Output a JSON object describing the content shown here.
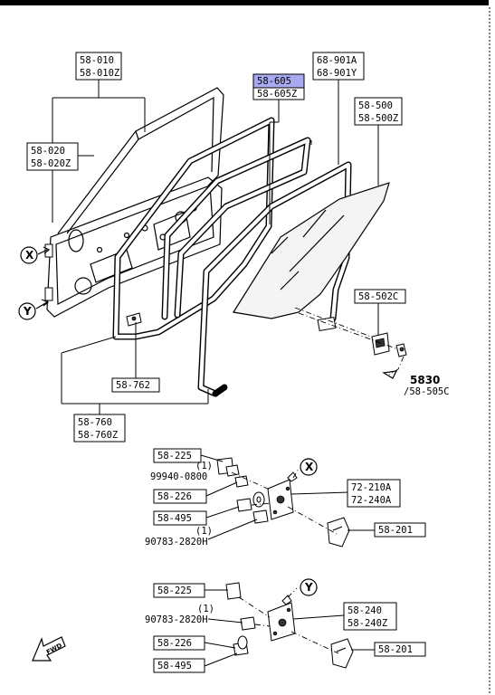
{
  "diagram": {
    "highlight_color": "#a9a9f0",
    "callouts": {
      "door_shell": [
        "58-010",
        "58-010Z"
      ],
      "door_lower": [
        "58-020",
        "58-020Z"
      ],
      "run_channel": [
        "58-605",
        "58-605Z"
      ],
      "weatherstrip": [
        "68-901A",
        "68-901Y"
      ],
      "glass": [
        "58-500",
        "58-500Z"
      ],
      "glass_channel": "58-502C",
      "seal_clip": "58-762",
      "seal_lower": [
        "58-760",
        "58-760Z"
      ],
      "clip_5830": "5830",
      "clip_5830_alt": "/58-505C",
      "x_225": "58-225",
      "x_qty_1": "(1)",
      "x_99940": "99940-0800",
      "x_226": "58-226",
      "x_495": "58-495",
      "x_qty_2": "(1)",
      "x_90783": "90783-2820H",
      "x_regulator": [
        "72-210A",
        "72-240A"
      ],
      "x_201": "58-201",
      "y_225": "58-225",
      "y_qty": "(1)",
      "y_90783": "90783-2820H",
      "y_226": "58-226",
      "y_495": "58-495",
      "y_regulator": [
        "58-240",
        "58-240Z"
      ],
      "y_201": "58-201"
    },
    "markers": {
      "x": "X",
      "y": "Y"
    },
    "fwd": "FWD"
  }
}
